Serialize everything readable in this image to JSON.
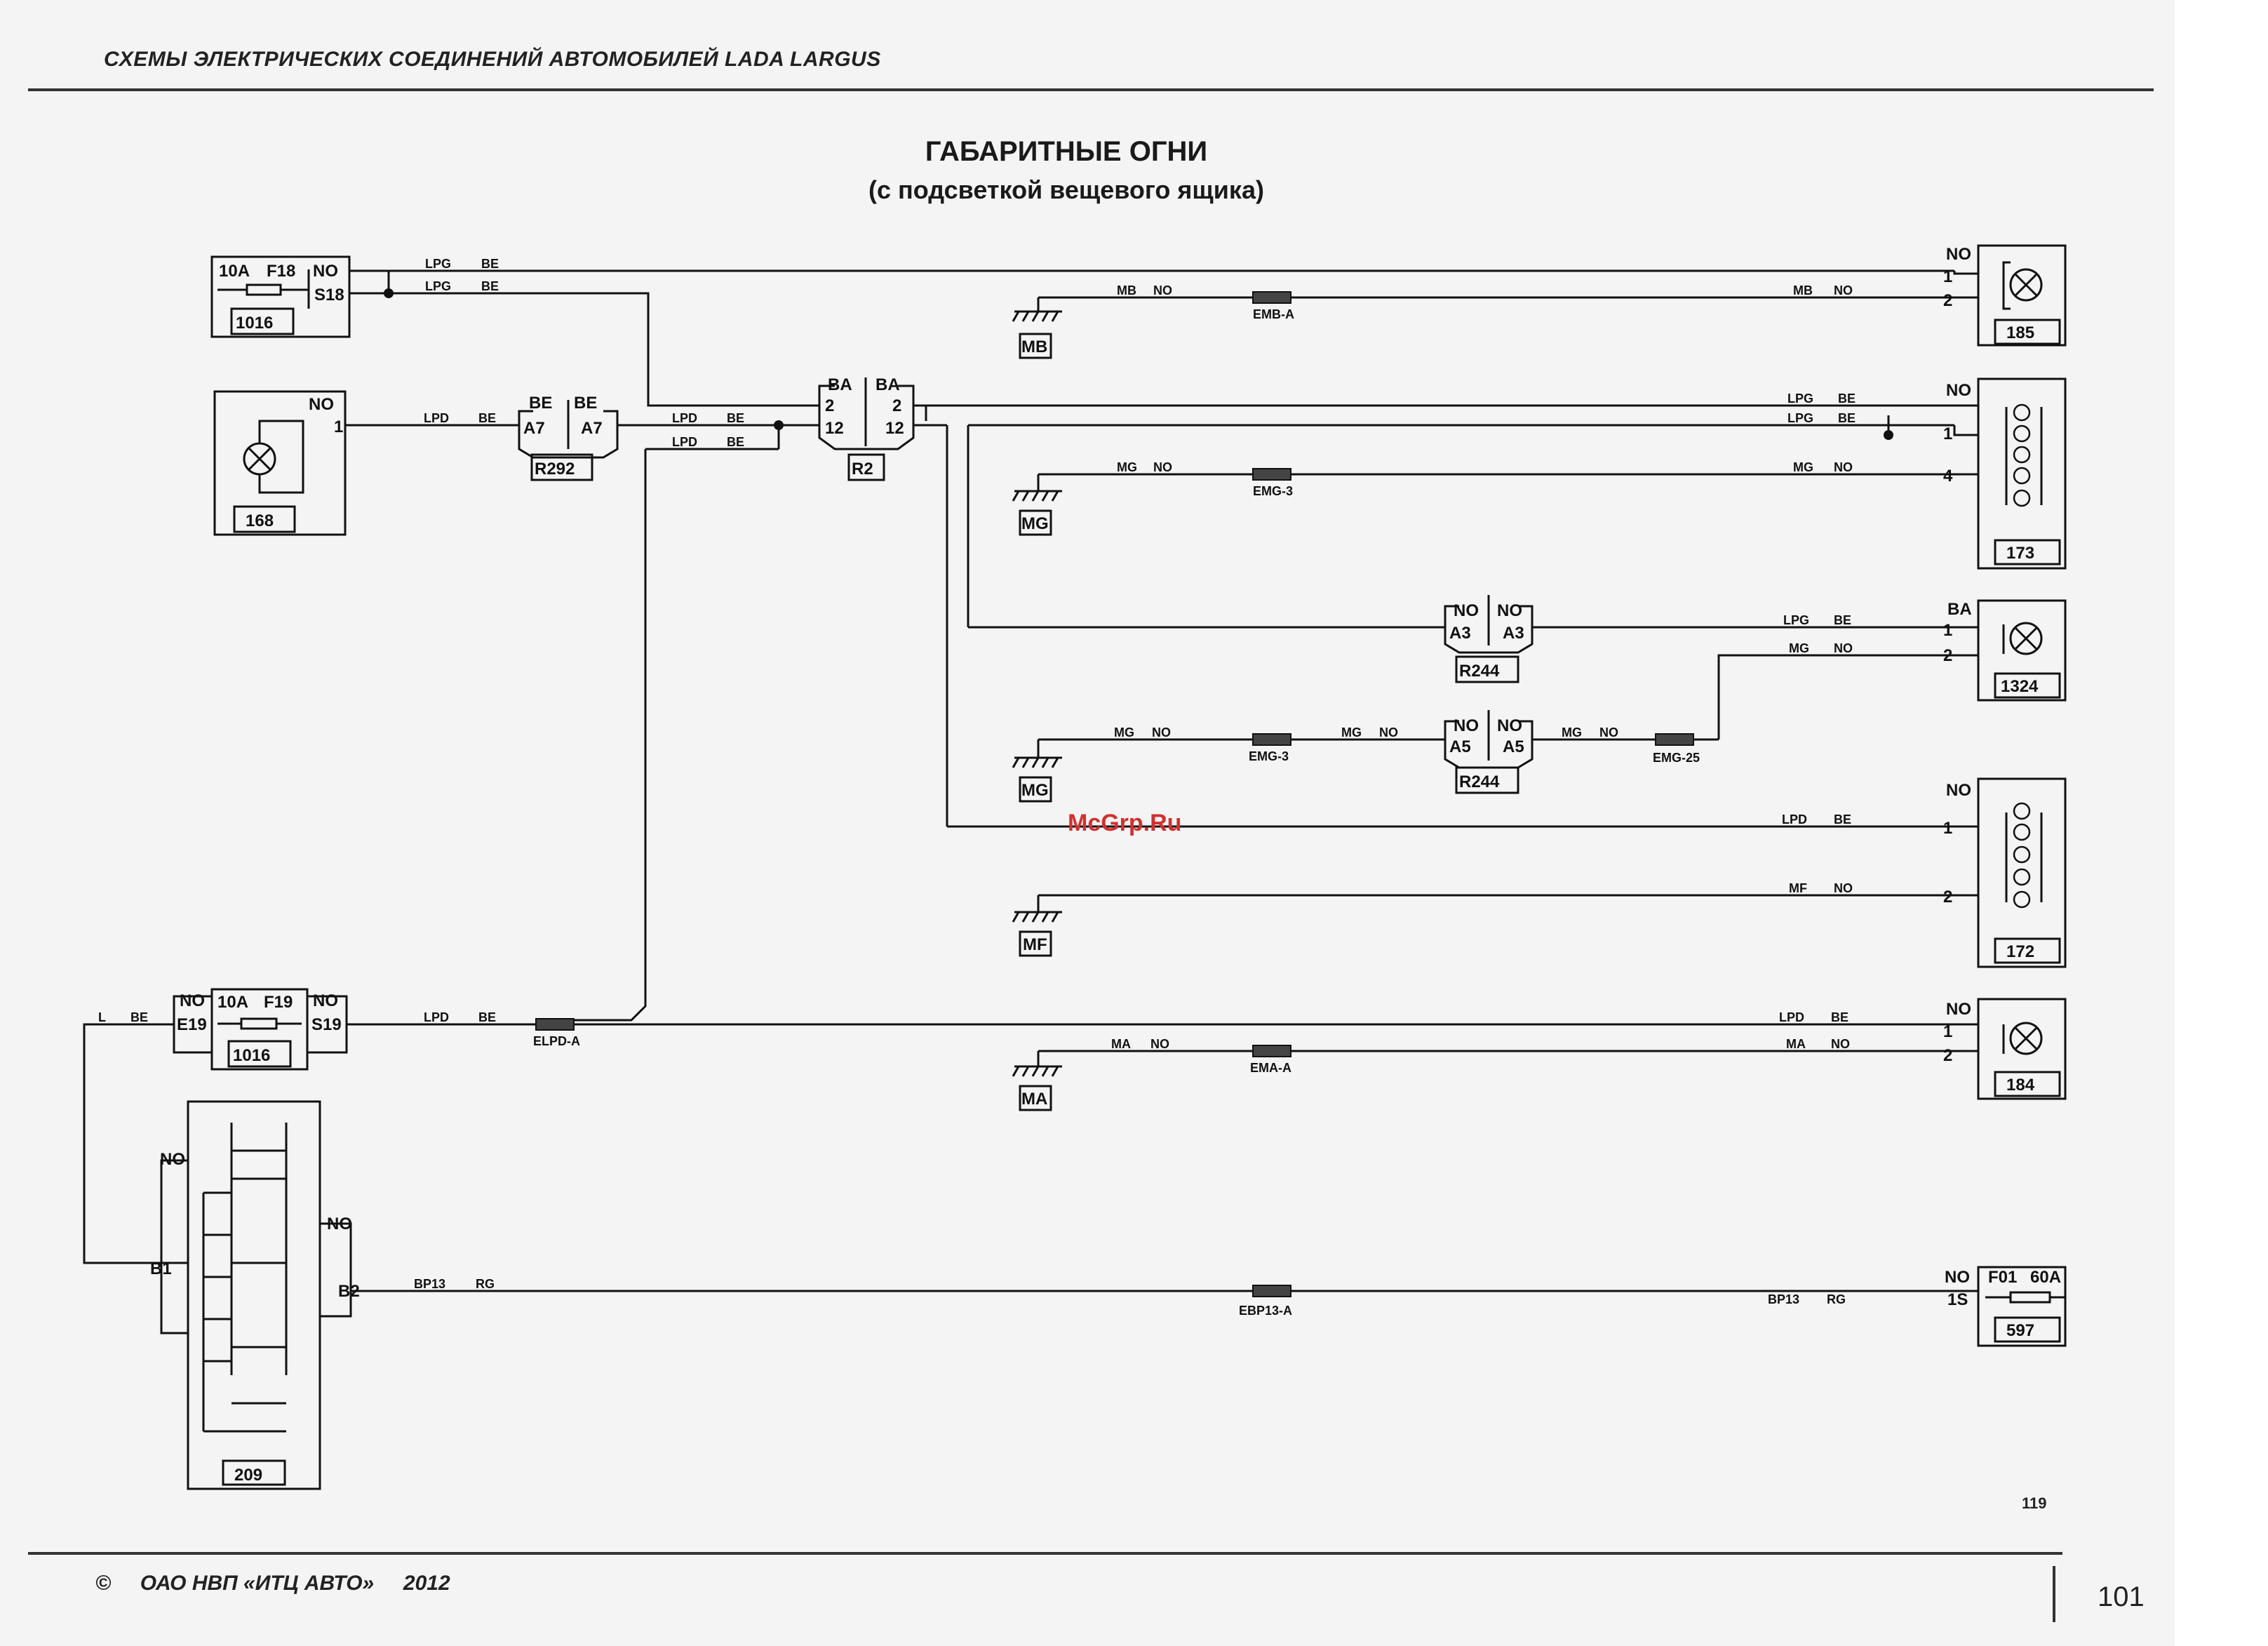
{
  "header": {
    "title": "СХЕМЫ ЭЛЕКТРИЧЕСКИХ СОЕДИНЕНИЙ АВТОМОБИЛЕЙ LADA LARGUS"
  },
  "diagram": {
    "title": "ГАБАРИТНЫЕ ОГНИ",
    "subtitle": "(с подсветкой вещевого ящика)",
    "watermark": "McGrp.Ru",
    "sheet_number": "119"
  },
  "footer": {
    "copyright": "©     ОАО НВП «ИТЦ АВТО»     2012",
    "page_number": "101"
  },
  "components": {
    "fuse_top": {
      "rating": "10A",
      "fuse": "F18",
      "pin_out": "NO",
      "pin": "S18",
      "id": "1016"
    },
    "lamp_168": {
      "pin_color": "NO",
      "pin": "1",
      "id": "168"
    },
    "conn_r292": {
      "color_l": "BE",
      "color_r": "BE",
      "pin_l": "A7",
      "pin_r": "A7",
      "id": "R292"
    },
    "conn_r2": {
      "color_l": "BA",
      "color_r": "BA",
      "pin_l_a": "2",
      "pin_l_b": "12",
      "pin_r_a": "2",
      "pin_r_b": "12",
      "id": "R2"
    },
    "ground_mb": "MB",
    "ground_mg1": "MG",
    "ground_mg2": "MG",
    "ground_mf": "MF",
    "ground_ma": "MA",
    "lamp_185": {
      "pin_color": "NO",
      "pin1": "1",
      "pin2": "2",
      "id": "185"
    },
    "lamp_173": {
      "pin_color": "NO",
      "pin1": "1",
      "pin4": "4",
      "id": "173"
    },
    "conn_r244_a3": {
      "color_l": "NO",
      "color_r": "NO",
      "pin_l": "A3",
      "pin_r": "A3",
      "id": "R244"
    },
    "conn_r244_a5": {
      "color_l": "NO",
      "color_r": "NO",
      "pin_l": "A5",
      "pin_r": "A5",
      "id": "R244"
    },
    "lamp_1324": {
      "pin_color": "BA",
      "pin1": "1",
      "pin2": "2",
      "id": "1324"
    },
    "lamp_172": {
      "pin_color": "NO",
      "pin1": "1",
      "pin2": "2",
      "id": "172"
    },
    "lamp_184": {
      "pin_color": "NO",
      "pin1": "1",
      "pin2": "2",
      "id": "184"
    },
    "fuse_bottom": {
      "pin_in_color": "NO",
      "pin_in": "E19",
      "rating": "10A",
      "fuse": "F19",
      "pin_out_color": "NO",
      "pin_out": "S19",
      "id": "1016"
    },
    "switch_209": {
      "pin_color_b1": "NO",
      "pin_b1": "B1",
      "pin_color_b2": "NO",
      "pin_b2": "B2",
      "id": "209"
    },
    "fuse_597": {
      "pin_color": "NO",
      "fuse": "F01",
      "rating": "60A",
      "pin": "1S",
      "id": "597"
    }
  },
  "wires": {
    "w_lpg": "LPG",
    "w_be": "BE",
    "w_lpd": "LPD",
    "w_no": "NO",
    "w_mb": "MB",
    "w_mg": "MG",
    "w_mf": "MF",
    "w_ma": "MA",
    "w_l": "L",
    "w_bp13": "BP13",
    "w_rg": "RG"
  },
  "splices": {
    "emb_a": "EMB-A",
    "emg_3_top": "EMG-3",
    "emg_3_bot": "EMG-3",
    "emg_25": "EMG-25",
    "elpd_a": "ELPD-A",
    "ema_a": "EMA-A",
    "ebp13_a": "EBP13-A"
  }
}
